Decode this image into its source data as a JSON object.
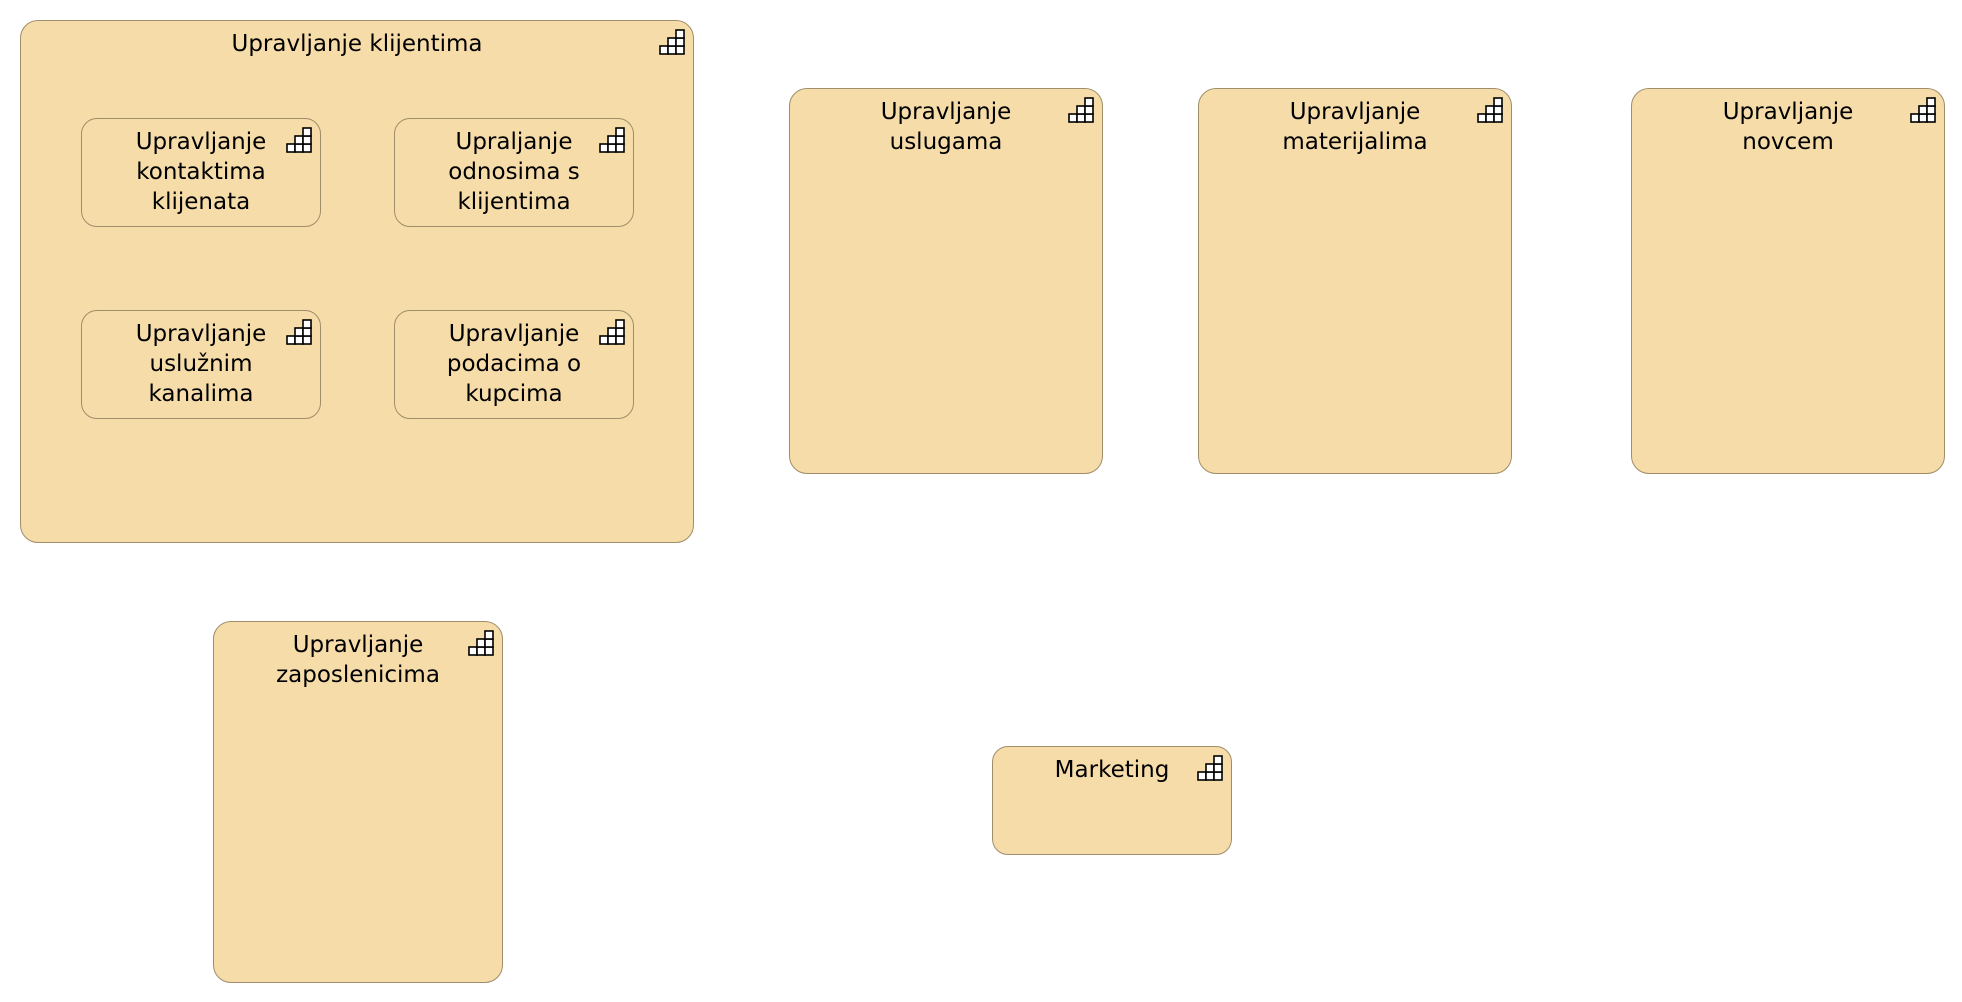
{
  "diagram": {
    "capabilities": [
      {
        "id": "upravljanje-klijentima",
        "label": "Upravljanje klijentima",
        "icon": "capability-icon",
        "children": [
          {
            "id": "upravljanje-kontaktima-klijenata",
            "label": "Upravljanje\nkontaktima\nklijenata",
            "icon": "capability-icon"
          },
          {
            "id": "upraljanje-odnosima-s-klijentima",
            "label": "Upraljanje\nodnosima s\nklijentima",
            "icon": "capability-icon"
          },
          {
            "id": "upravljanje-usluznim-kanalima",
            "label": "Upravljanje\nuslužnim\nkanalima",
            "icon": "capability-icon"
          },
          {
            "id": "upravljanje-podacima-o-kupcima",
            "label": "Upravljanje\npodacima o\nkupcima",
            "icon": "capability-icon"
          }
        ]
      },
      {
        "id": "upravljanje-uslugama",
        "label": "Upravljanje\nuslugama",
        "icon": "capability-icon"
      },
      {
        "id": "upravljanje-materijalima",
        "label": "Upravljanje\nmaterijalima",
        "icon": "capability-icon"
      },
      {
        "id": "upravljanje-novcem",
        "label": "Upravljanje novcem",
        "icon": "capability-icon"
      },
      {
        "id": "upravljanje-zaposlenicima",
        "label": "Upravljanje\nzaposlenicima",
        "icon": "capability-icon"
      },
      {
        "id": "marketing",
        "label": "Marketing",
        "icon": "capability-icon"
      }
    ],
    "colors": {
      "fill": "#f5dca8",
      "border": "#a08e6a",
      "text": "#000000"
    }
  }
}
